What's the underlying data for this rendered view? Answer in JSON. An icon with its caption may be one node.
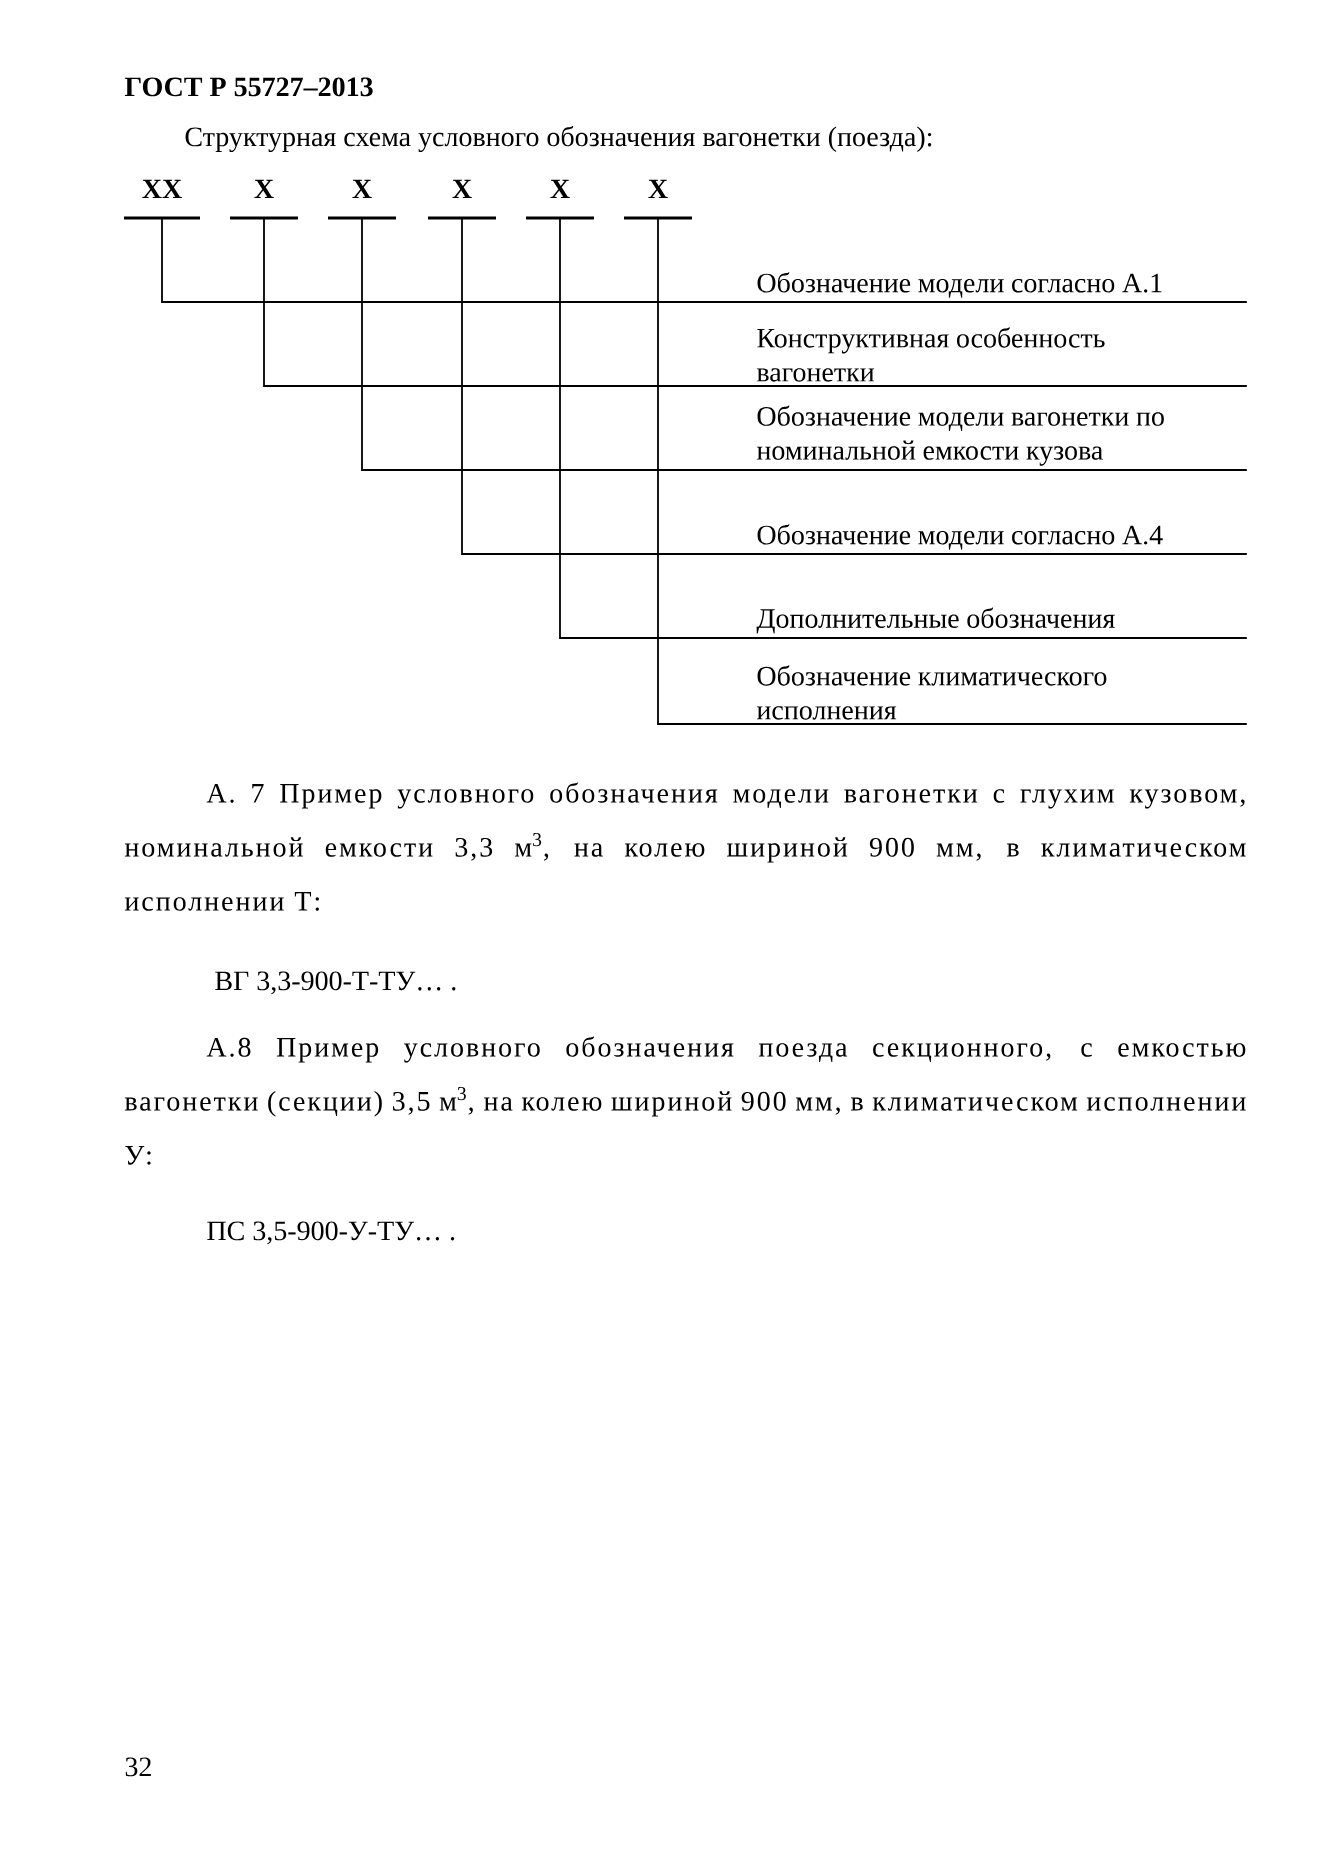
{
  "diagram": {
    "title": "Структурная схема условного обозначения вагонетки (поезда):",
    "nodes": [
      {
        "text": [
          "XX"
        ]
      },
      {
        "text": [
          "X"
        ]
      },
      {
        "text": [
          "X"
        ]
      },
      {
        "text": [
          "X"
        ]
      },
      {
        "text": [
          "X"
        ]
      },
      {
        "text": [
          "X"
        ]
      },
      {
        "text": [
          "Обозначение модели согласно А.1"
        ]
      },
      {
        "text": [
          "Конструктивная особенность вагонетки"
        ]
      },
      {
        "text": [
          "Обозначение модели вагонетки по номинальной емкости кузова"
        ]
      },
      {
        "text": [
          "Обозначение модели согласно А.4"
        ]
      },
      {
        "text": [
          "Дополнительные обозначения"
        ]
      },
      {
        "text": [
          "Обозначение климатического исполнения"
        ]
      }
    ],
    "edges": [
      {
        "from": 0,
        "to": 6,
        "arrow": "none"
      },
      {
        "from": 1,
        "to": 7,
        "arrow": "none"
      },
      {
        "from": 2,
        "to": 8,
        "arrow": "none"
      },
      {
        "from": 3,
        "to": 9,
        "arrow": "none"
      },
      {
        "from": 4,
        "to": 10,
        "arrow": "none"
      },
      {
        "from": 5,
        "to": 11,
        "arrow": "none"
      }
    ],
    "labels": [
      "ГОСТ Р 55727–2013",
      "А. 7 Пример условного обозначения модели вагонетки с глухим кузовом, номинальной емкости 3,3 м$^{3}$, на колею шириной 900 мм, в климатическом исполнении Т:",
      "ВГ 3,3-900-Т-ТУ…   .",
      "А.8 Пример условного обозначения поезда секционного, с емкостью вагонетки (секции) 3,5 м$^{3}$, на колею шириной 900 мм, в климатическом исполнении У:",
      "ПС 3,5-900-У-ТУ…   .",
      "32"
    ]
  }
}
